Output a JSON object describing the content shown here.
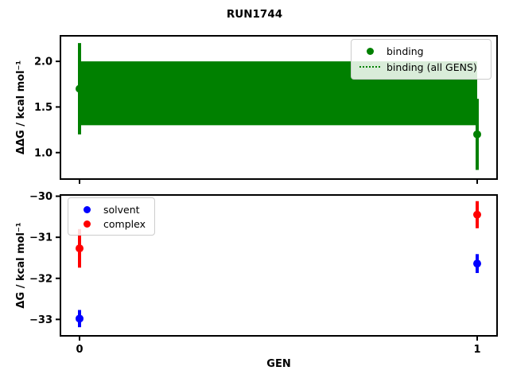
{
  "title": "RUN1744",
  "colors": {
    "binding_green": "#008000",
    "solvent_blue": "#0000ff",
    "complex_red": "#ff0000",
    "axis_black": "#000000"
  },
  "legends": {
    "top": {
      "items": [
        {
          "label": "binding",
          "marker": "dot",
          "color": "#008000"
        },
        {
          "label": "binding (all GENS)",
          "marker": "dotted-line",
          "color": "#008000"
        }
      ]
    },
    "bottom": {
      "items": [
        {
          "label": "solvent",
          "marker": "dot",
          "color": "#0000ff"
        },
        {
          "label": "complex",
          "marker": "dot",
          "color": "#ff0000"
        }
      ]
    }
  },
  "chart_data": [
    {
      "type": "scatter",
      "title": "RUN1744",
      "xlabel": "",
      "ylabel": "ΔΔG / kcal mol⁻¹",
      "xlim": [
        -0.048,
        1.05
      ],
      "ylim": [
        0.71,
        2.28
      ],
      "grid": false,
      "legend_position": "upper right",
      "yticks": [
        {
          "value": 1.0,
          "label": "1.0"
        },
        {
          "value": 1.5,
          "label": "1.5"
        },
        {
          "value": 2.0,
          "label": "2.0"
        }
      ],
      "xticks": [
        {
          "value": 0,
          "label": ""
        },
        {
          "value": 1,
          "label": ""
        }
      ],
      "band": {
        "label": "binding (all GENS)",
        "x": [
          0,
          1
        ],
        "y_low": 1.3,
        "y_high": 2.0,
        "center": 1.65,
        "color": "#008000"
      },
      "series": [
        {
          "name": "binding",
          "color": "#008000",
          "x": [
            0,
            1
          ],
          "y": [
            1.7,
            1.2
          ],
          "yerr": [
            0.5,
            0.39
          ]
        }
      ]
    },
    {
      "type": "scatter",
      "title": "",
      "xlabel": "GEN",
      "ylabel": "ΔG / kcal mol⁻¹",
      "xlim": [
        -0.048,
        1.05
      ],
      "ylim": [
        -33.4,
        -29.97
      ],
      "grid": false,
      "legend_position": "upper left",
      "yticks": [
        {
          "value": -30,
          "label": "−30"
        },
        {
          "value": -31,
          "label": "−31"
        },
        {
          "value": -32,
          "label": "−32"
        },
        {
          "value": -33,
          "label": "−33"
        }
      ],
      "xticks": [
        {
          "value": 0,
          "label": "0"
        },
        {
          "value": 1,
          "label": "1"
        }
      ],
      "series": [
        {
          "name": "solvent",
          "color": "#0000ff",
          "x": [
            0,
            1
          ],
          "y": [
            -32.98,
            -31.64
          ],
          "yerr": [
            0.21,
            0.23
          ]
        },
        {
          "name": "complex",
          "color": "#ff0000",
          "x": [
            0,
            1
          ],
          "y": [
            -31.27,
            -30.45
          ],
          "yerr": [
            0.47,
            0.33
          ]
        }
      ]
    }
  ]
}
